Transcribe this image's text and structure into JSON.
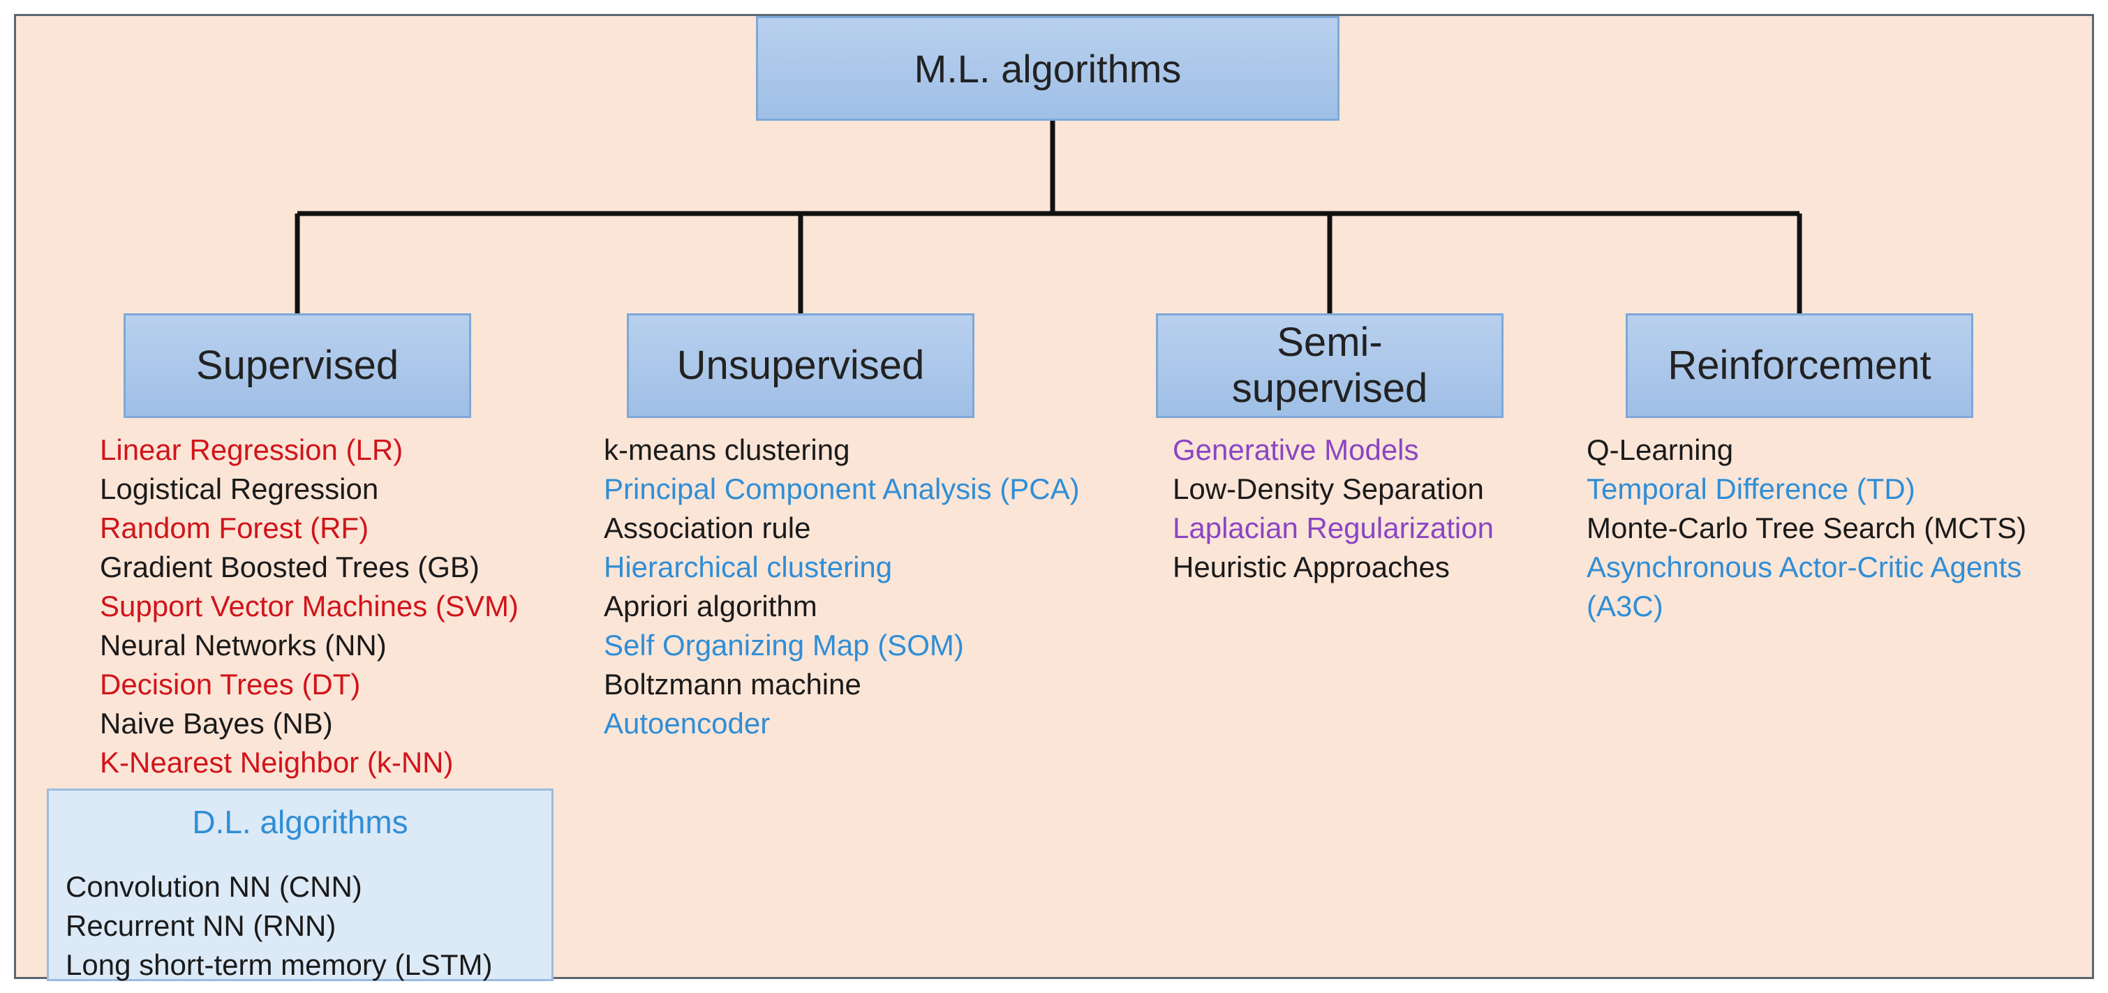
{
  "root": "M.L. algorithms",
  "categories": [
    {
      "label": "Supervised",
      "items": [
        {
          "text": "Linear Regression (LR)",
          "color": "red"
        },
        {
          "text": "Logistical Regression",
          "color": "black"
        },
        {
          "text": "Random Forest (RF)",
          "color": "red"
        },
        {
          "text": "Gradient Boosted Trees (GB)",
          "color": "black"
        },
        {
          "text": "Support Vector Machines (SVM)",
          "color": "red"
        },
        {
          "text": "Neural Networks (NN)",
          "color": "black"
        },
        {
          "text": "Decision Trees (DT)",
          "color": "red"
        },
        {
          "text": "Naive Bayes (NB)",
          "color": "black"
        },
        {
          "text": "K-Nearest Neighbor (k-NN)",
          "color": "red"
        }
      ]
    },
    {
      "label": "Unsupervised",
      "items": [
        {
          "text": "k-means clustering",
          "color": "black"
        },
        {
          "text": "Principal Component Analysis (PCA)",
          "color": "blue"
        },
        {
          "text": "Association rule",
          "color": "black"
        },
        {
          "text": "Hierarchical clustering",
          "color": "blue"
        },
        {
          "text": "Apriori algorithm",
          "color": "black"
        },
        {
          "text": "Self Organizing Map (SOM)",
          "color": "blue"
        },
        {
          "text": "Boltzmann machine",
          "color": "black"
        },
        {
          "text": "Autoencoder",
          "color": "blue"
        }
      ]
    },
    {
      "label": "Semi-\nsupervised",
      "items": [
        {
          "text": "Generative Models",
          "color": "purple"
        },
        {
          "text": "Low-Density Separation",
          "color": "black"
        },
        {
          "text": "Laplacian Regularization",
          "color": "purple"
        },
        {
          "text": "Heuristic Approaches",
          "color": "black"
        }
      ]
    },
    {
      "label": "Reinforcement",
      "items": [
        {
          "text": "Q-Learning",
          "color": "black"
        },
        {
          "text": "Temporal Difference (TD)",
          "color": "blue"
        },
        {
          "text": "Monte-Carlo Tree Search (MCTS)",
          "color": "black"
        },
        {
          "text": "Asynchronous Actor-Critic Agents (A3C)",
          "color": "blue"
        }
      ]
    }
  ],
  "deep_learning": {
    "title": "D.L. algorithms",
    "items": [
      "Convolution NN (CNN)",
      "Recurrent NN (RNN)",
      "Long short-term memory (LSTM)"
    ]
  },
  "colors": {
    "background": "#fbe5d7",
    "box_fill": "#a9c6ea",
    "box_border": "#7da8d8",
    "red": "#d1141a",
    "blue": "#2f8ed6",
    "purple": "#8a45c4",
    "black": "#1a1a1a"
  }
}
